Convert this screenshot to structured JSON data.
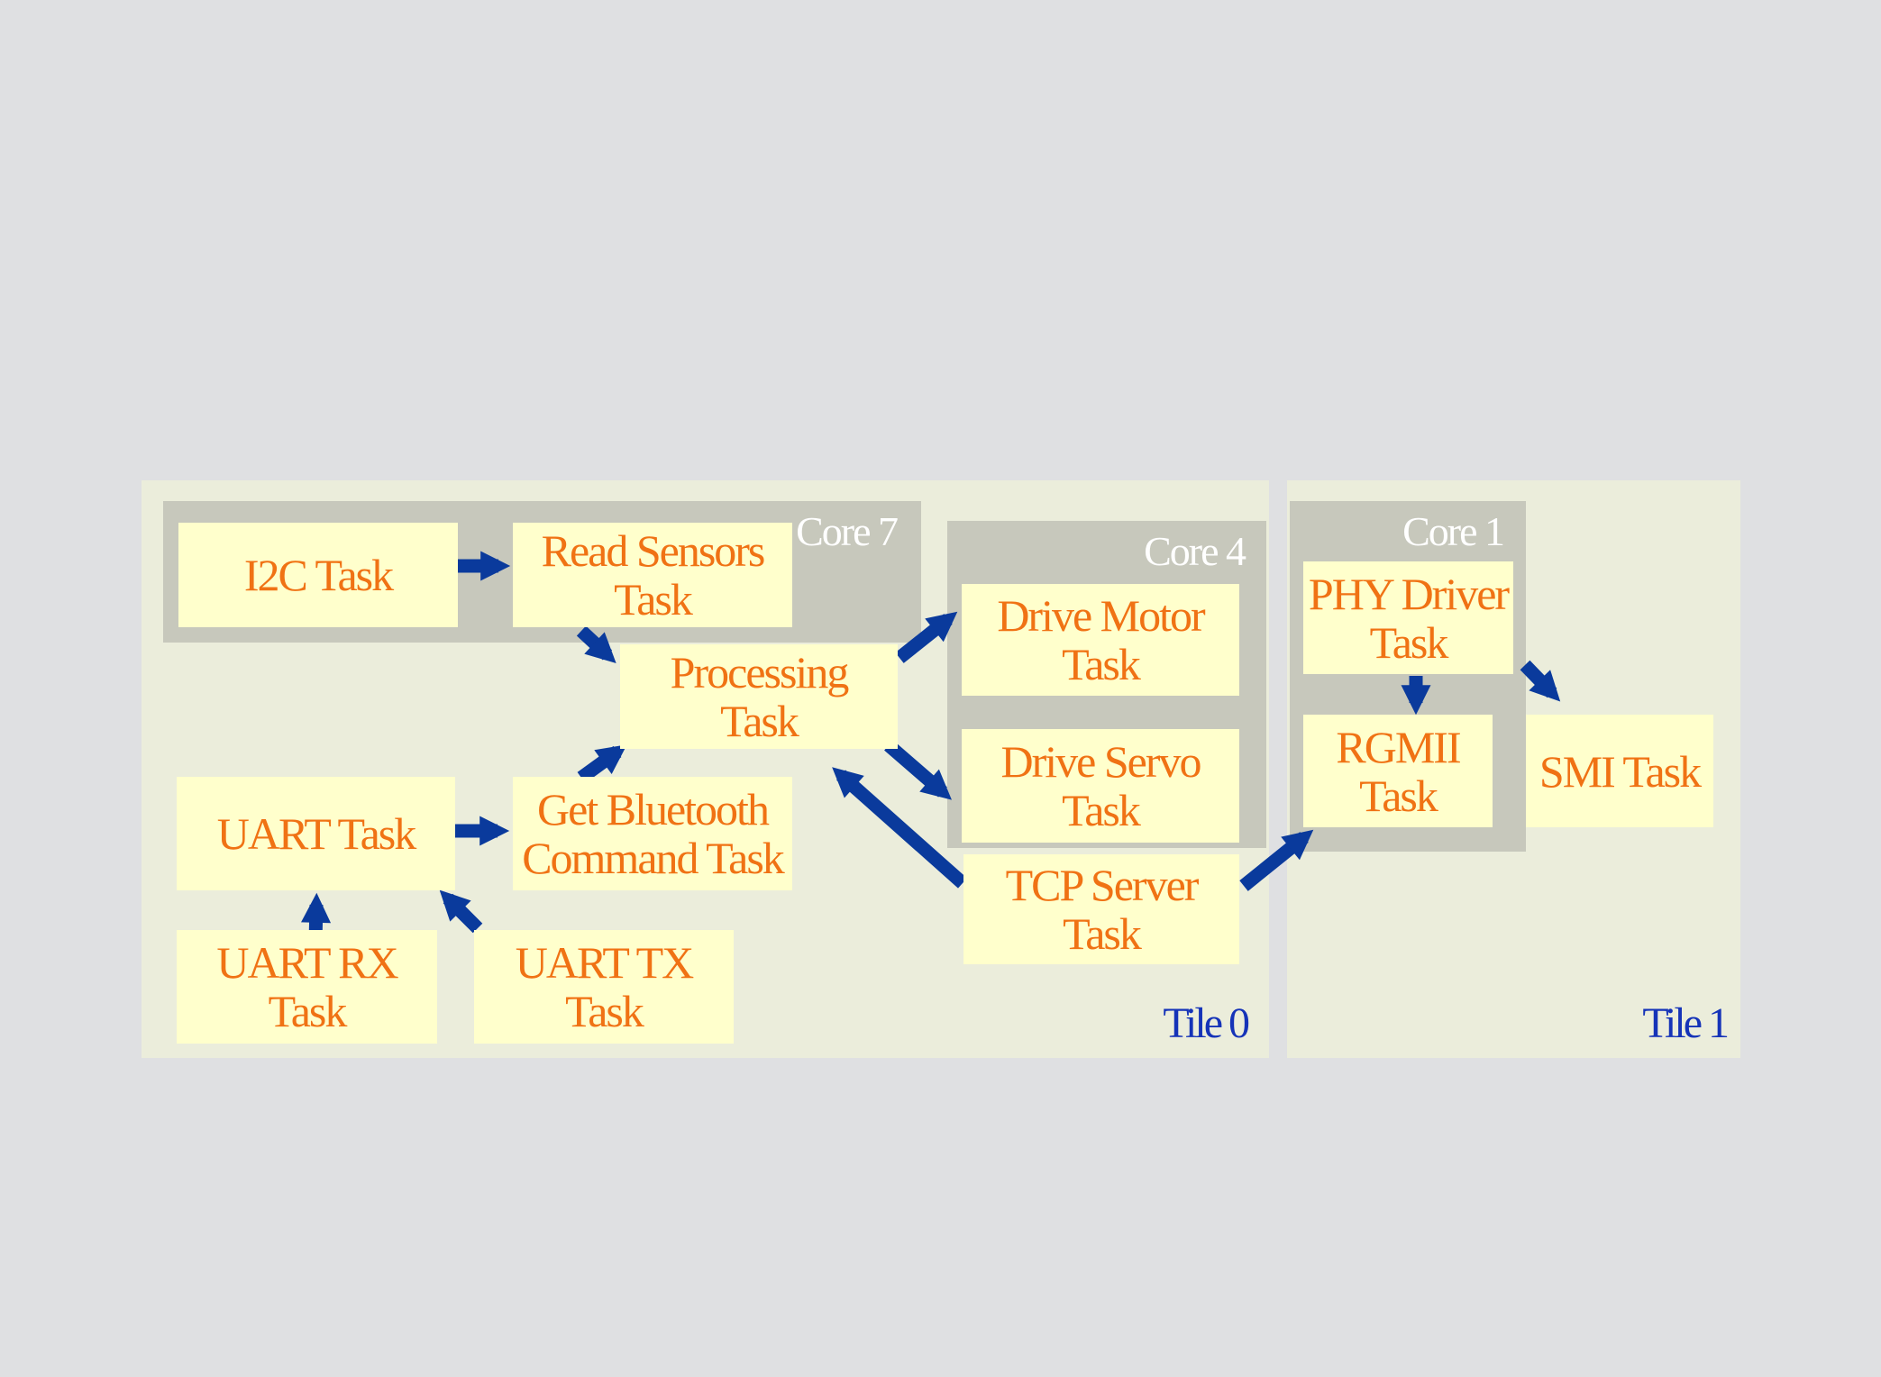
{
  "tiles": [
    {
      "label": "Tile 0"
    },
    {
      "label": "Tile 1"
    }
  ],
  "cores": [
    {
      "label": "Core 7"
    },
    {
      "label": "Core 4"
    },
    {
      "label": "Core 1"
    }
  ],
  "tasks": {
    "i2c": "I2C Task",
    "read_sensors": "Read Sensors\nTask",
    "processing": "Processing\nTask",
    "uart": "UART Task",
    "get_bluetooth": "Get Bluetooth\nCommand Task",
    "uart_rx": "UART RX Task",
    "uart_tx": "UART TX Task",
    "drive_motor": "Drive Motor\nTask",
    "drive_servo": "Drive Servo\nTask",
    "tcp_server": "TCP Server\nTask",
    "phy_driver": "PHY Driver\nTask",
    "rgmii": "RGMII Task",
    "smi": "SMI Task"
  },
  "colors": {
    "background": "#dfe0e2",
    "tile": "#ebeddb",
    "core": "#c7c8bc",
    "task_box": "#ffffcc",
    "task_text": "#f07214",
    "arrow": "#0a3a9c",
    "tile_label": "#1533b8",
    "core_label": "#ffffff"
  }
}
